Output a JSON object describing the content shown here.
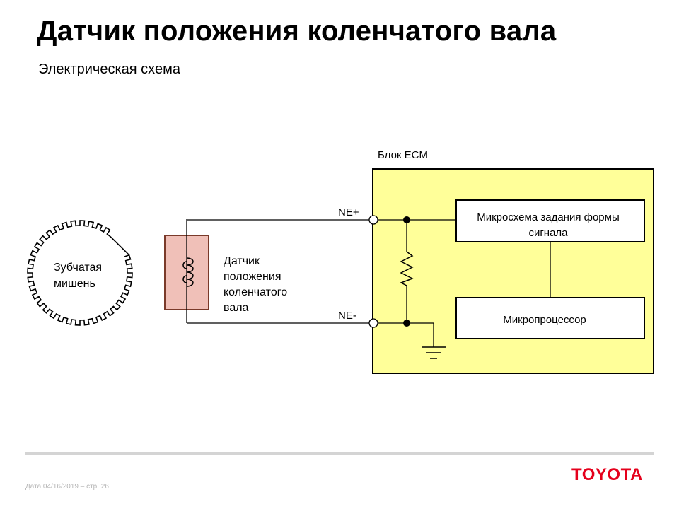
{
  "title": "Датчик положения коленчатого вала",
  "subtitle": "Электрическая схема",
  "diagram": {
    "target_label": [
      "Зубчатая",
      "мишень"
    ],
    "sensor_label": [
      "Датчик",
      "положения",
      "коленчатого",
      "вала"
    ],
    "ecm_label": "Блок ECM",
    "pin_positive": "NE+",
    "pin_negative": "NE-",
    "waveform_block": [
      "Микросхема задания формы",
      "сигнала"
    ],
    "cpu_block": "Микропроцессор",
    "colors": {
      "ecm_fill": "#ffff99",
      "sensor_fill": "#f0c0b8",
      "sensor_stroke": "#7a3a2a"
    }
  },
  "footer": {
    "text": "Дата 04/16/2019 – стр.  26"
  },
  "logo": "TOYOTA"
}
